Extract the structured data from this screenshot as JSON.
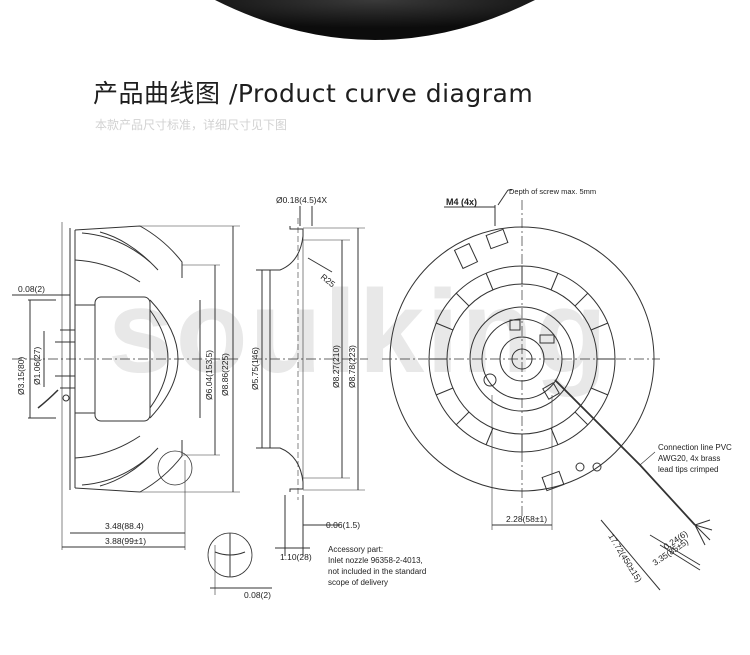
{
  "header": {
    "title": "产品曲线图 /Product curve diagram",
    "subtitle": "本款产品尺寸标准，详细尺寸见下图"
  },
  "watermark": "soulking",
  "side_view": {
    "dims": {
      "shaft_offset": "0.08(2)",
      "hub_dia": "Ø3.15(80)",
      "shaft_dia": "Ø1.06(27)",
      "outer_dia": "Ø6.04(153.5)",
      "impeller_dia": "Ø8.86(225)",
      "depth_inner": "3.48(88.4)",
      "depth_overall": "3.88(99±1)",
      "detail_gap": "0.08(2)"
    }
  },
  "nozzle_view": {
    "dims": {
      "holes": "Ø0.18(4.5)4X",
      "radius": "R25",
      "inlet_dia": "Ø5.75(146)",
      "bolt_circle": "Ø8.27(210)",
      "flange_dia": "Ø8.78(223)",
      "lip": "0.06(1.5)",
      "height": "1.10(28)"
    },
    "note": [
      "Accessory part:",
      "Inlet nozzle 96358-2-4013,",
      "not included in the standard",
      "scope of delivery"
    ]
  },
  "front_view": {
    "screw_label": "M4 (4x)",
    "screw_note": "Depth of screw max. 5mm",
    "dims": {
      "mount_width": "2.28(58±1)",
      "cable_length": "17.72(450±15)",
      "strip_short": "0.24(6)",
      "strip_long": "3.35(85±5)"
    },
    "connection_note": [
      "Connection line PVC",
      "AWG20, 4x brass",
      "lead tips crimped"
    ]
  }
}
